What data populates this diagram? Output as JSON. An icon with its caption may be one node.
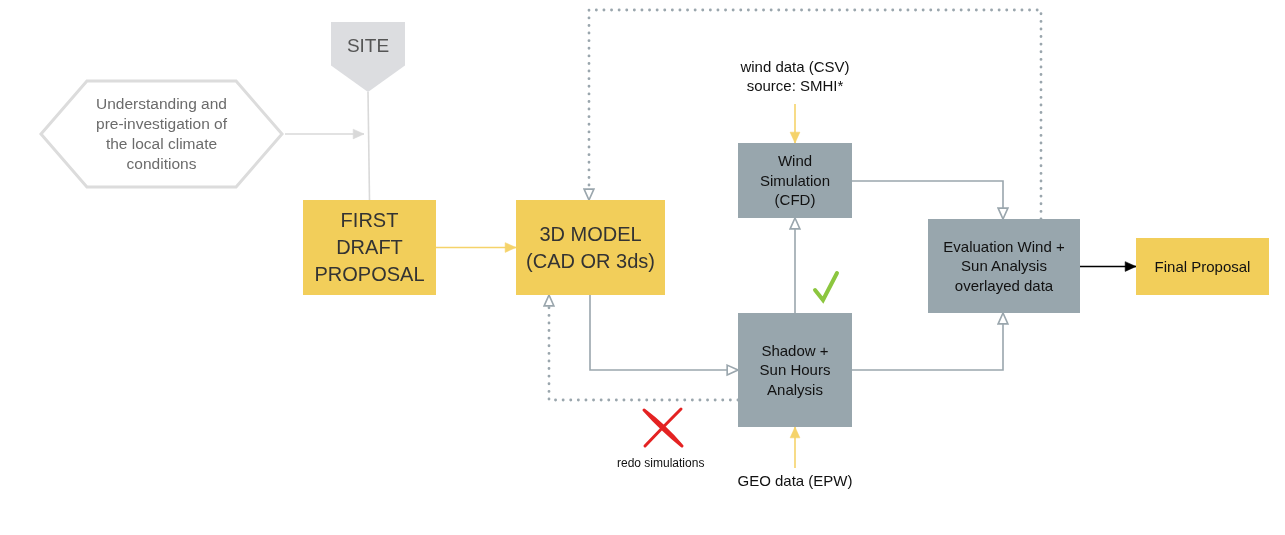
{
  "diagram": {
    "nodes": [
      {
        "text": [
          "Understanding and pre-investigation of the local climate conditions"
        ]
      },
      {
        "text": [
          "SITE"
        ]
      },
      {
        "text": [
          "FIRST DRAFT PROPOSAL"
        ]
      },
      {
        "text": [
          "wind data (CSV) source: SMHI*"
        ]
      },
      {
        "text": [
          "3D MODEL (CAD OR 3ds)"
        ]
      },
      {
        "text": [
          "Wind Simulation (CFD)"
        ]
      },
      {
        "text": [
          "Evaluation Wind + Sun Analysis overlayed data"
        ]
      },
      {
        "text": [
          "Final Proposal"
        ]
      },
      {
        "text": [
          "Shadow + Sun Hours Analysis"
        ]
      },
      {
        "text": [
          "GEO data (EPW)"
        ]
      }
    ],
    "edges": [
      {
        "from": 0,
        "to": null,
        "arrow": "to",
        "color": "#d9d9d9"
      },
      {
        "from": 1,
        "to": 2,
        "arrow": "none",
        "color": "#d9d9d9"
      },
      {
        "from": 2,
        "to": 4,
        "arrow": "to",
        "color": "#f5d36a"
      },
      {
        "from": 3,
        "to": 5,
        "arrow": "to",
        "color": "#f5d36a"
      },
      {
        "from": 9,
        "to": 8,
        "arrow": "to",
        "color": "#f5d36a"
      },
      {
        "from": 4,
        "to": 8,
        "arrow": "to"
      },
      {
        "from": 8,
        "to": 5,
        "arrow": "to"
      },
      {
        "from": 5,
        "to": 6,
        "arrow": "to"
      },
      {
        "from": 8,
        "to": 6,
        "arrow": "to"
      },
      {
        "from": 6,
        "to": 7,
        "arrow": "to",
        "color": "#000000"
      },
      {
        "from": 6,
        "to": 4,
        "arrow": "to",
        "style": "dashed"
      },
      {
        "from": 8,
        "to": 4,
        "arrow": "to",
        "style": "dashed"
      }
    ],
    "labels": [
      "redo simulations"
    ]
  }
}
